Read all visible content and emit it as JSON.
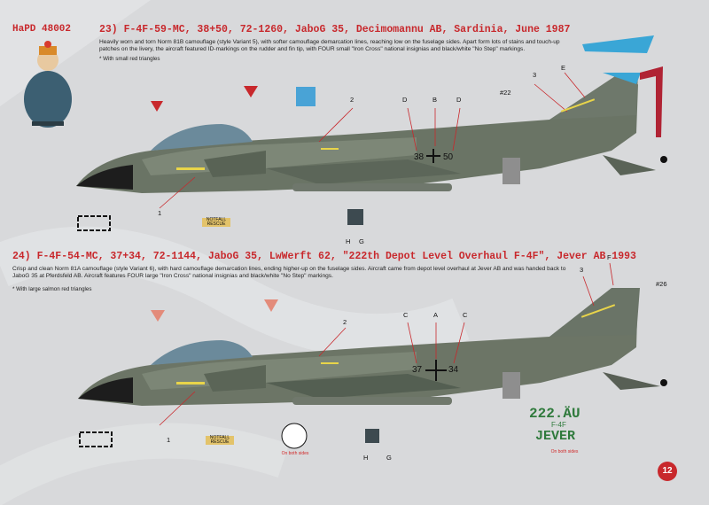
{
  "header": {
    "code": "HaPD 48002"
  },
  "profile1": {
    "title": "23) F-4F-59-MC, 38+50, 72-1260, JaboG 35, Decimomannu AB, Sardinia, June 1987",
    "desc": "Heavily worn and torn Norm 81B camouflage (style Variant 5), with softer camouflage demarcation lines, reaching low on the fuselage sides. Apart form lots of stains and touch-up patches on the livery, the aircraft featured ID-markings on the rudder and fin tip, with FOUR small \"Iron Cross\" national insignias and black/white \"No Step\" markings.",
    "note": "* With small red triangles",
    "serial_left": "38",
    "serial_right": "50",
    "tail_number": "#22",
    "labels": {
      "d_left": "D",
      "b": "B",
      "d_right": "D",
      "e": "E",
      "three": "3",
      "two": "2",
      "one": "1",
      "h": "H",
      "g": "G"
    },
    "notfall": "NOTFALL RESCUE"
  },
  "profile2": {
    "title": "24) F-4F-54-MC, 37+34, 72-1144, JaboG 35, LwWerft 62, \"222th Depot Level Overhaul F-4F\", Jever AB 1993",
    "desc": "Crisp and clean Norm 81A camouflage (style Variant 6), with hard camouflage demarcation lines, ending higher-up on the fuselage sides. Aircraft came from depot level overhaul at Jever AB and was handed back to JaboG 35 at Pferdsfeld AB. Aircraft features FOUR large \"Iron Cross\" national insignias and black/white \"No Step\" markings.",
    "note": "* With large salmon red triangles",
    "serial_left": "37",
    "serial_right": "34",
    "tail_number": "#26",
    "labels": {
      "c_left": "C",
      "a": "A",
      "c_right": "C",
      "f": "F",
      "three": "3",
      "two": "2",
      "one": "1",
      "h": "H",
      "g": "G"
    },
    "notfall": "NOTFALL RESCUE",
    "jever_line1": "222.ÄU",
    "jever_line2": "F-4F",
    "jever_line3": "JEVER",
    "both_sides": "On both sides",
    "both_sides2": "On both sides"
  },
  "page_number": "12"
}
